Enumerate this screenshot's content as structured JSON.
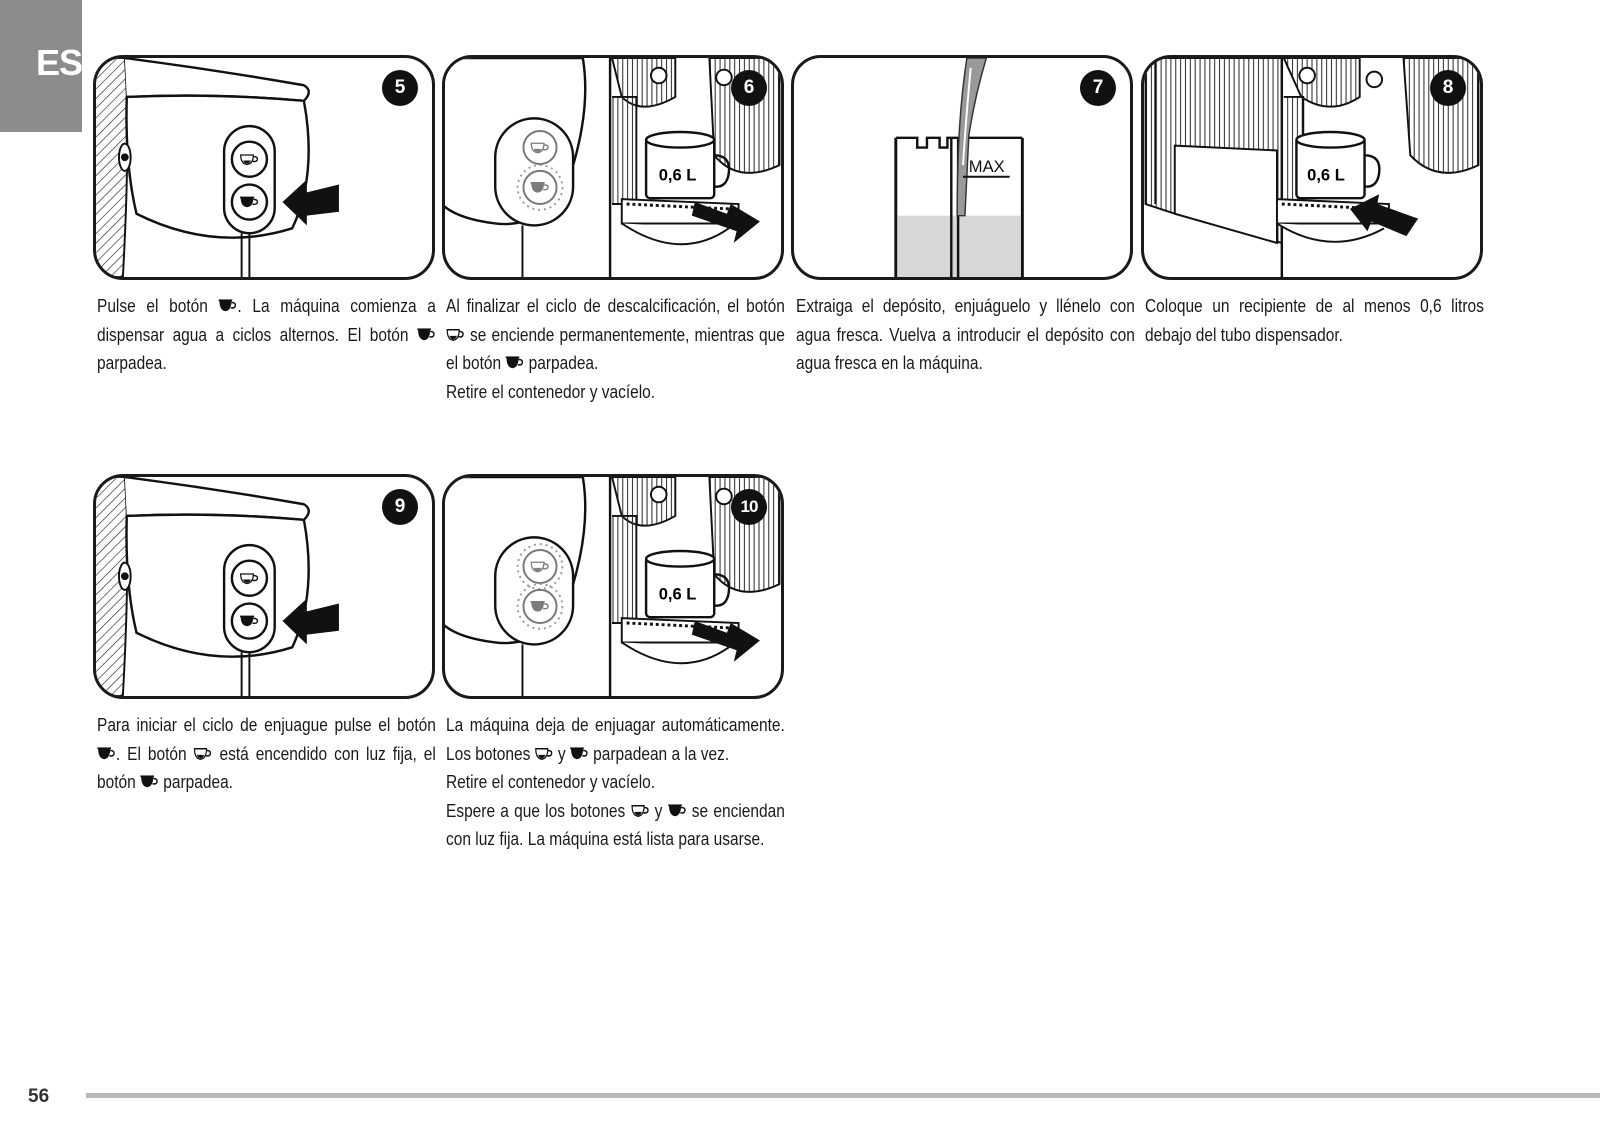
{
  "language_tab": "ES",
  "page_number": "56",
  "steps": [
    {
      "number": "5",
      "lines": [
        "Pulse el botón [cup-full]. La máquina comienza a dispensar agua a ciclos alternos. El botón [cup-full] parpadea."
      ],
      "text_a": "Pulse el botón ",
      "text_b": ". La máquina comienza a dispensar agua a ciclos alternos. El botón ",
      "text_c": " parpadea."
    },
    {
      "number": "6",
      "cup_label": "0,6 L",
      "text_a": "Al finalizar el ciclo de descalcificación, el botón ",
      "text_b": " se enciende permanentemente, mientras que el botón ",
      "text_c": " parpadea.",
      "text_d": "Retire el contenedor y vacíelo."
    },
    {
      "number": "7",
      "max_label": "MAX",
      "text_a": "Extraiga el depósito, enjuáguelo y llénelo con agua fresca. Vuelva a introducir el depósito con agua fresca en la máquina."
    },
    {
      "number": "8",
      "cup_label": "0,6 L",
      "text_a": "Coloque un recipiente de al menos 0,6 litros debajo del tubo dispensador."
    },
    {
      "number": "9",
      "text_a": "Para iniciar el ciclo de enjuague pulse el botón ",
      "text_b": ". El botón ",
      "text_c": " está encendido con luz fija, el botón ",
      "text_d": " parpadea."
    },
    {
      "number": "10",
      "cup_label": "0,6 L",
      "text_a": "La máquina deja de enjuagar automáticamente. Los botones ",
      "text_b": " y ",
      "text_c": " parpadean a la vez.",
      "text_d": "Retire el contenedor y vacíelo.",
      "text_e": "Espere a que los botones ",
      "text_f": " y ",
      "text_g": " se enciendan con luz fija. La máquina está lista para usarse."
    }
  ],
  "icons": {
    "cup_full": "espresso-cup-filled-icon",
    "cup_outline": "espresso-cup-outline-icon"
  }
}
